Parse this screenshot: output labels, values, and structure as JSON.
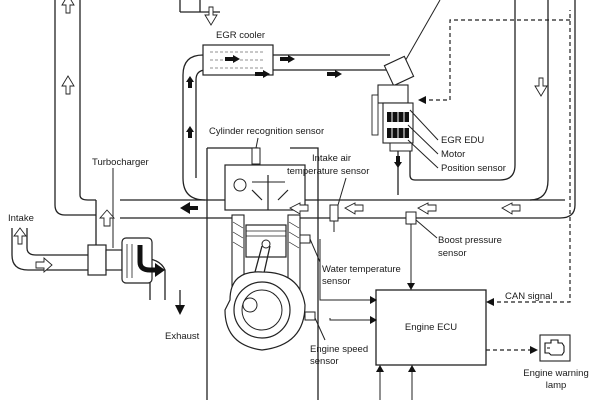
{
  "labels": {
    "egr_cooler": "EGR cooler",
    "cylinder_recognition_sensor": "Cylinder recognition sensor",
    "turbocharger": "Turbocharger",
    "intake_air_temperature_sensor_line1": "Intake air",
    "intake_air_temperature_sensor_line2": "temperature sensor",
    "egr_edu": "EGR EDU",
    "motor": "Motor",
    "position_sensor": "Position sensor",
    "intake": "Intake",
    "boost_pressure_sensor_line1": "Boost pressure",
    "boost_pressure_sensor_line2": "sensor",
    "water_temperature_sensor_line1": "Water temperature",
    "water_temperature_sensor_line2": "sensor",
    "can_signal": "CAN signal",
    "exhaust": "Exhaust",
    "engine_ecu": "Engine ECU",
    "engine_speed_sensor_line1": "Engine speed",
    "engine_speed_sensor_line2": "sensor",
    "engine_warning_lamp_line1": "Engine warning",
    "engine_warning_lamp_line2": "lamp"
  },
  "icons": {
    "engine_warning_lamp": "engine-check-icon"
  }
}
